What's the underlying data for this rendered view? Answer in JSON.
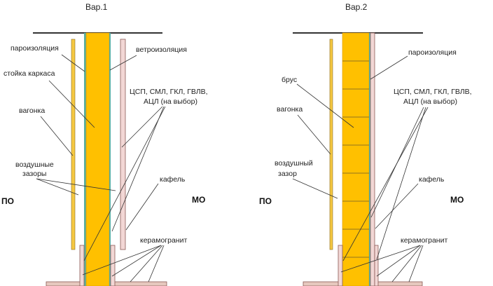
{
  "colors": {
    "insulation": "#FFC000",
    "insulation_edge": "#D99A00",
    "vapor_barrier": "#5AAFA0",
    "wind_barrier": "#5AAFA0",
    "lining_board": "#F2D7D5",
    "lining_edge": "#8B5A55",
    "wagonka": "#F5C842",
    "base": "#E6C8BE"
  },
  "variant1": {
    "title": "Вар.1",
    "side_left": "ПО",
    "side_right": "МО",
    "labels": {
      "paroizolyaciya": "пароизоляция",
      "stoyka": "стойка каркаса",
      "vagonka": "вагонка",
      "zazory_line1": "воздушные",
      "zazory_line2": "зазоры",
      "vetroizolyaciya": "ветроизоляция",
      "boards_line1": "ЦСП, СМЛ, ГКЛ, ГВЛВ,",
      "boards_line2": "АЦЛ (на выбор)",
      "kafel": "кафель",
      "keramogranit": "керамогранит"
    }
  },
  "variant2": {
    "title": "Вар.2",
    "side_left": "ПО",
    "side_right": "МО",
    "labels": {
      "paroizolyaciya": "пароизоляция",
      "brus": "брус",
      "vagonka": "вагонка",
      "zazor_line1": "воздушный",
      "zazor_line2": "зазор",
      "boards_line1": "ЦСП, СМЛ, ГКЛ, ГВЛВ,",
      "boards_line2": "АЦЛ (на выбор)",
      "kafel": "кафель",
      "keramogranit": "керамогранит"
    }
  }
}
